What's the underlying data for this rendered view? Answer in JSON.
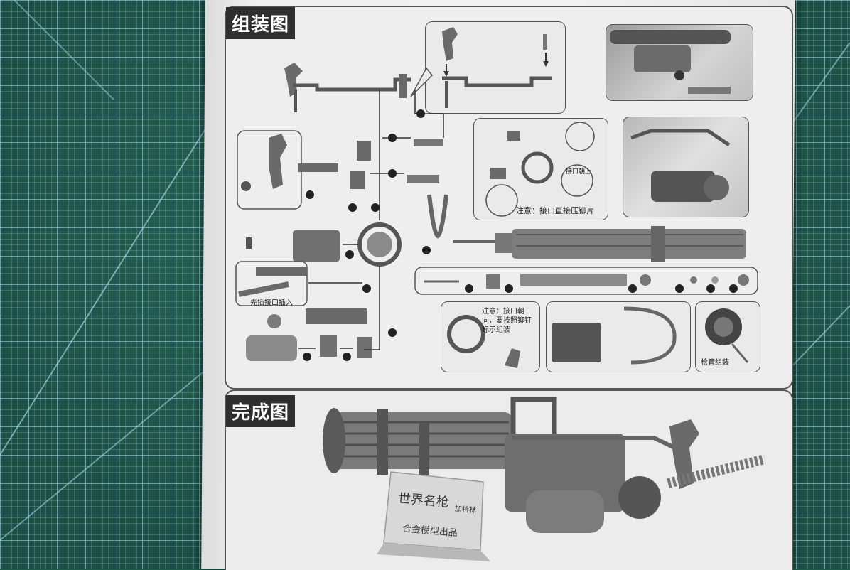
{
  "sections": {
    "assembly_title": "组装图",
    "finished_title": "完成图"
  },
  "notes": {
    "rivet_note": "注意：接口直接压铆片",
    "connector_note": "注意：接口朝向，要按照铆钉标示组装",
    "insert_note": "先插接口插入",
    "barrel_note": "枪管组装",
    "callout_label": "接口朝上"
  },
  "plaque": {
    "line1": "世界名枪",
    "line1_suffix": "加特林",
    "line2": "合金模型出品"
  },
  "colors": {
    "mat": "#1f5a4a",
    "mat_grid": "#8cc8dc",
    "paper": "#f0f0f0",
    "label_bg": "#2e2e2e",
    "part_gray": "#6a6a6a"
  }
}
